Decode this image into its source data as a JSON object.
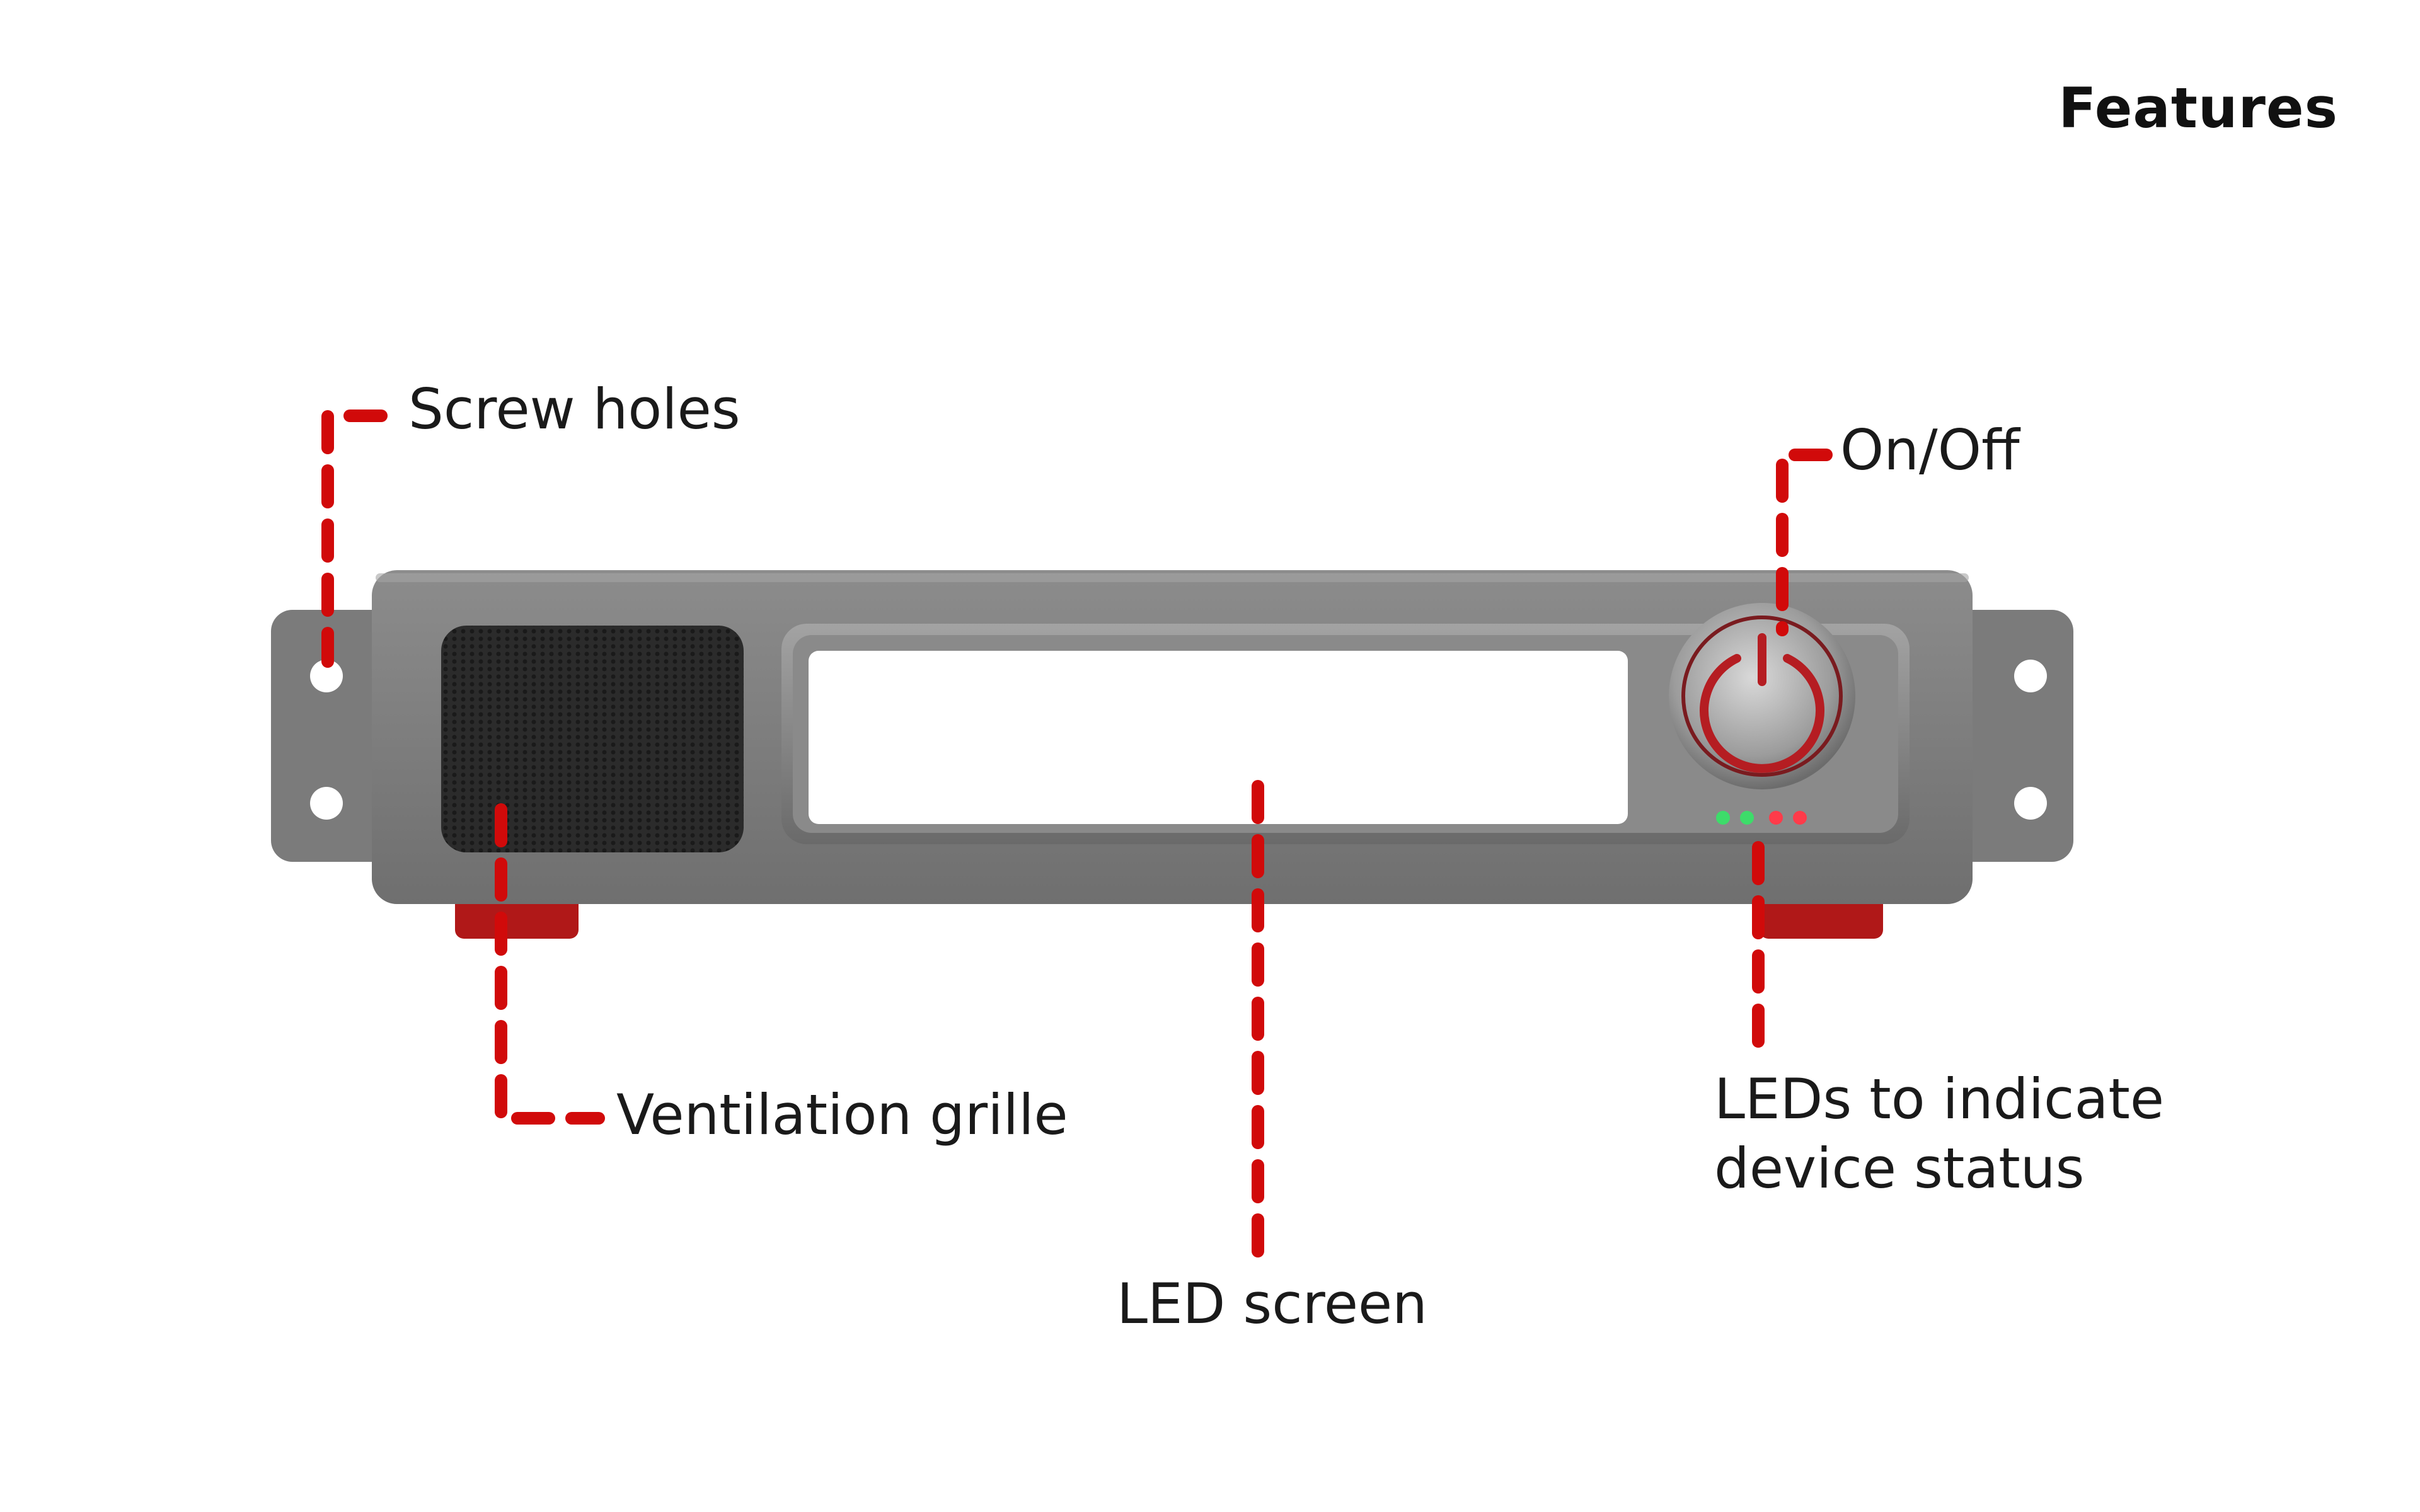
{
  "title": "Features",
  "callouts": {
    "screw_holes": "Screw holes",
    "on_off": "On/Off",
    "ventilation_grille": "Ventilation grille",
    "led_screen": "LED screen",
    "status_leds_line1": "LEDs to indicate",
    "status_leds_line2": "device status"
  },
  "colors": {
    "callout_line": "#d10a0a",
    "panel": "#7a7a7a",
    "panel_light": "#9a9a9a",
    "grille": "#2c2c2c",
    "screen": "#ffffff",
    "feet": "#b01818",
    "led_green": "#3ddc6a",
    "led_red": "#ff3b4a",
    "power_ring": "#b51d22"
  }
}
